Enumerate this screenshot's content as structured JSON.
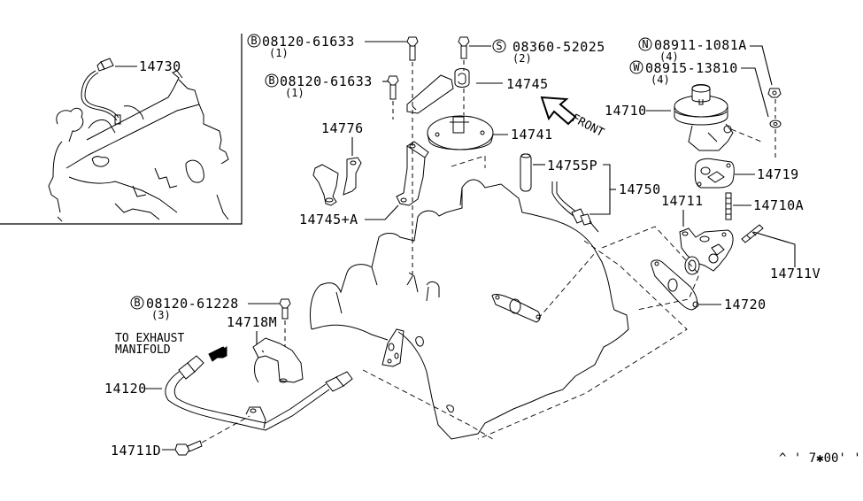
{
  "diagram": {
    "title_hidden": null,
    "inset": {
      "part_14730": "14730"
    },
    "fasteners": {
      "bolt_top": {
        "badge": "B",
        "part": "08120-61633",
        "qty": "(1)"
      },
      "bolt_second": {
        "badge": "B",
        "part": "08120-61633",
        "qty": "(1)"
      },
      "screw_s": {
        "badge": "S",
        "part": "08360-52025",
        "qty": "(2)"
      },
      "nut_n": {
        "badge": "N",
        "part": "08911-1081A",
        "qty": "(4)"
      },
      "washer_w": {
        "badge": "W",
        "part": "08915-13810",
        "qty": "(4)"
      },
      "bolt_lower": {
        "badge": "B",
        "part": "08120-61228",
        "qty": "(3)"
      }
    },
    "parts": {
      "p14745": "14745",
      "p14741": "14741",
      "p14776": "14776",
      "p14745A": "14745+A",
      "p14755P": "14755P",
      "p14750": "14750",
      "p14710": "14710",
      "p14719": "14719",
      "p14711": "14711",
      "p14710A": "14710A",
      "p14711V": "14711V",
      "p14720": "14720",
      "p14718M": "14718M",
      "p14120": "14120",
      "p14711D": "14711D"
    },
    "annotations": {
      "front": "FRONT",
      "exhaust_line1": "TO EXHAUST",
      "exhaust_line2": "MANIFOLD"
    },
    "footer_code": "^ ' 7✱00' '"
  }
}
